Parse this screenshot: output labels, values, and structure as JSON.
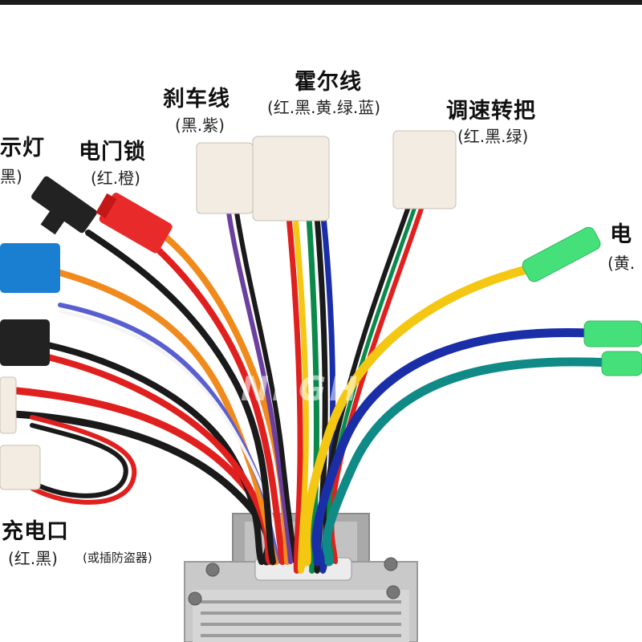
{
  "colors": {
    "red": "#e0201e",
    "black": "#1a1a1a",
    "yellow": "#f4c712",
    "green": "#0a8a4a",
    "blue": "#1a2ea8",
    "purple": "#6b3fa0",
    "orange": "#f08a1c",
    "white": "#f4f4f4",
    "teal": "#0f8a86",
    "connector_white": "#f3ece2",
    "connector_red": "#e82a2a",
    "connector_blue": "#1a7fd0",
    "connector_black": "#222222",
    "connector_green": "#46e07a",
    "housing": "#b8b8b8"
  },
  "labels": {
    "hall": {
      "name": "霍尔线",
      "colors": "(红.黑.黄.绿.蓝)"
    },
    "brake": {
      "name": "刹车线",
      "colors": "(黑.紫)"
    },
    "throttle": {
      "name": "调速转把",
      "colors": "(红.黑.绿)"
    },
    "indicator": {
      "name": "示灯",
      "colors": "黑)"
    },
    "lock": {
      "name": "电门锁",
      "colors": "(红.橙)"
    },
    "motor": {
      "name": "电",
      "colors": "(黄."
    },
    "charge": {
      "name": "充电口",
      "colors": "(红.黑)",
      "note": "(或插防盗器)"
    }
  },
  "watermark": "NEGH"
}
